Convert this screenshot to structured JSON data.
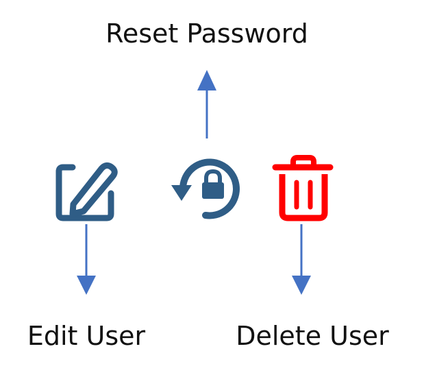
{
  "labels": {
    "reset_password": "Reset Password",
    "edit_user": "Edit User",
    "delete_user": "Delete User"
  },
  "icons": {
    "edit": "edit-icon",
    "reset_password": "reset-password-icon",
    "delete": "trash-icon"
  },
  "colors": {
    "icon_blue": "#2F5D86",
    "icon_red": "#FF0000",
    "arrow_blue": "#4472C4",
    "text": "#111111"
  }
}
